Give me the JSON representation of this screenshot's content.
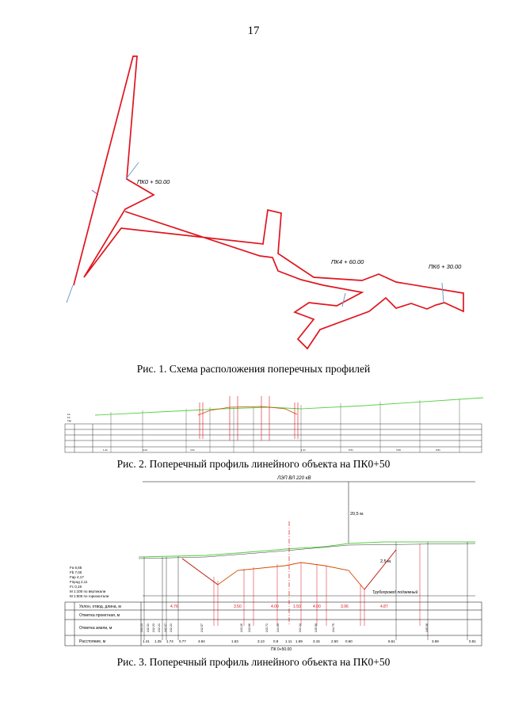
{
  "page": {
    "number": "17"
  },
  "figure1": {
    "caption": "Рис. 1. Схема расположения поперечных профилей",
    "labels": [
      "ПК0 + 50.00",
      "ПК4 + 60.00",
      "ПК6 + 30.00"
    ]
  },
  "figure2": {
    "caption": "Рис. 2. Поперечный профиль линейного объекта на ПК0+50"
  },
  "figure3": {
    "caption": "Рис. 3. Поперечный профиль линейного объекта на ПК0+50",
    "top_label": "ЛЭП ВЛ 220 кВ",
    "height_label": "20,5 м.",
    "depth_label": "2,5 м.",
    "pipeline_label": "Трубопровод подземный",
    "pk_label": "ПК  0+50.00",
    "legend": [
      "Fa  6,65",
      "Fb  7,00",
      "Fap  4,17",
      "Fпрод 2,11",
      "Fc  0,19",
      "М 1:100 по вертикали",
      "М 1:500 по горизонтали"
    ],
    "rows": [
      "Уклон, отвод. длина, м",
      "Отметка проектная, м",
      "Отметка земли, м",
      "Расстояние, м"
    ],
    "slopes": [
      "4.76",
      "3.50",
      "4.00",
      "1.50",
      "4.00",
      "3.96",
      "4.87"
    ],
    "distances": [
      "1.41",
      "1.25",
      "1.74",
      "0.77",
      "4.84",
      "1.63",
      "3.13",
      "0.8",
      "1.11",
      "1.69",
      "3.15",
      "2.50",
      "0.60",
      "6.51",
      "3.69",
      "0.81"
    ],
    "pts_green": [
      "242.23",
      "242.31",
      "242.23",
      "242.21",
      "242.37",
      "242.21",
      "242.57",
      "243.26",
      "243.66",
      "243.71",
      "244.03",
      "244.24",
      "245.09",
      "244.75",
      "245.38"
    ]
  }
}
